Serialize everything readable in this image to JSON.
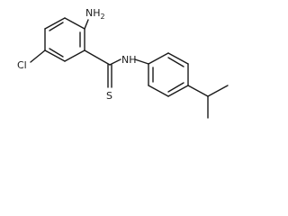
{
  "molecule": {
    "atoms": {
      "nh2": {
        "element": "N",
        "hydrogens": "H",
        "count": "2"
      },
      "cl": {
        "element": "Cl"
      },
      "nh": {
        "element": "N",
        "hydrogens": "H"
      },
      "s": {
        "element": "S"
      }
    }
  }
}
